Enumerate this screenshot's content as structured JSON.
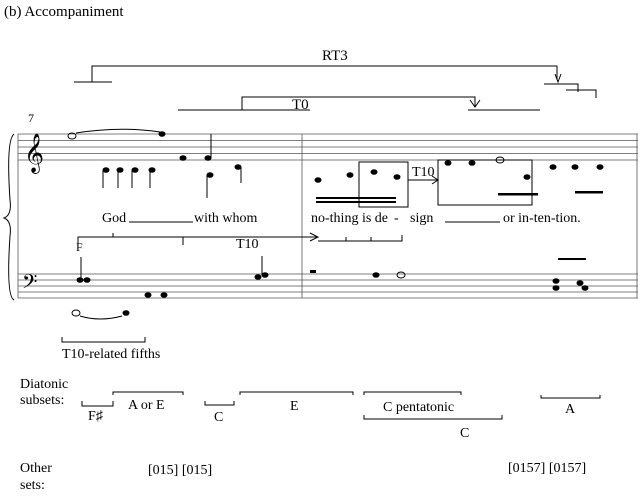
{
  "title": "(b) Accompaniment",
  "measure_number": "7",
  "brackets": {
    "rt3": "RT3",
    "t0": "T0",
    "t10_treble": "T10",
    "t10_bass": "T10",
    "bass_f": "F",
    "fifths": "T10-related fifths"
  },
  "lyrics": [
    "God",
    "with whom",
    "no-thing is de",
    "-",
    "sign",
    "or in-ten-tion."
  ],
  "diatonic": {
    "label1": "Diatonic",
    "label2": "subsets:",
    "items": [
      "F♯",
      "A or E",
      "C",
      "E",
      "C pentatonic",
      "C",
      "A"
    ]
  },
  "other": {
    "label1": "Other",
    "label2": "sets:",
    "left": "[015] [015]",
    "right": "[0157] [0157]"
  }
}
